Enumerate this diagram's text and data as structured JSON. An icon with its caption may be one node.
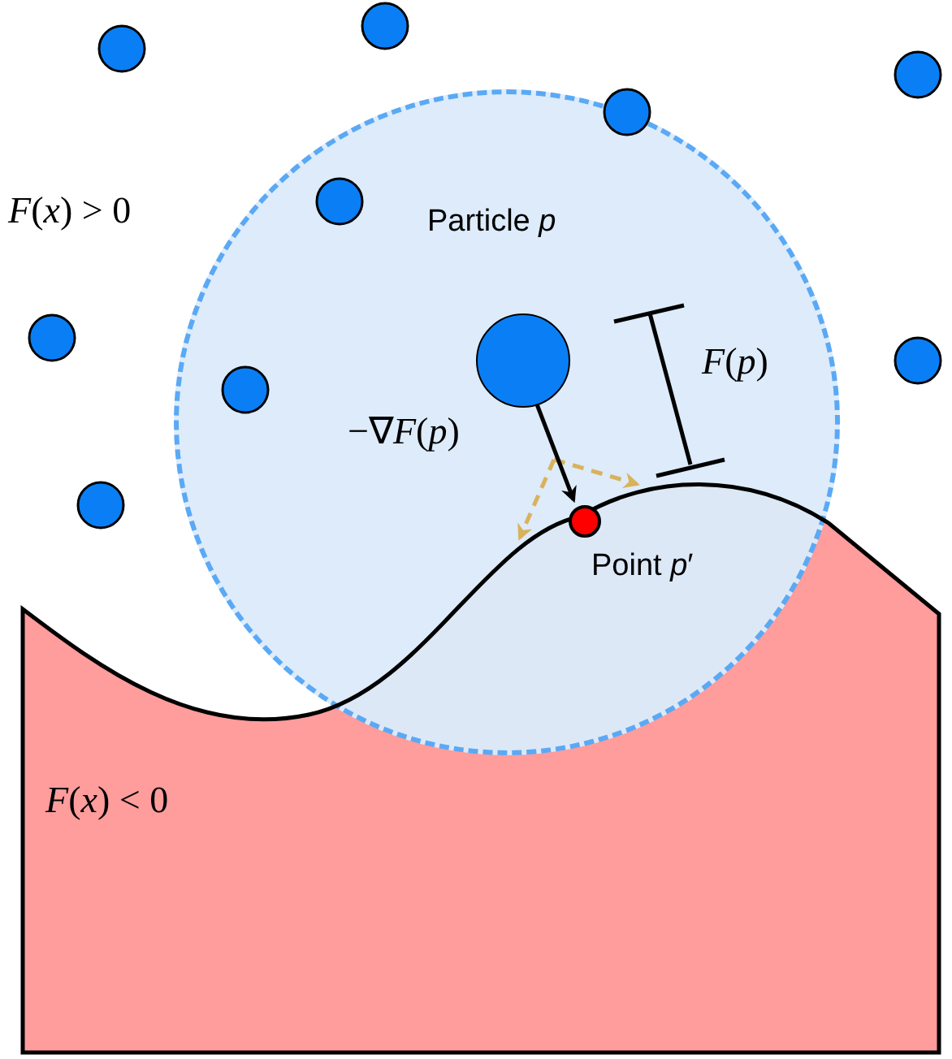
{
  "diagram": {
    "nodes": [
      {
        "text": [
          "Particle *p*"
        ]
      },
      {
        "text": [],
        "shape": "circle",
        "in": 0
      },
      {
        "text": [],
        "shape": "circle",
        "in": 0,
        "beside": [
          "Point *p*′"
        ]
      }
    ],
    "edges": [
      {
        "from": 1,
        "to": 2,
        "arrow": "to",
        "label": "−∇*F*(*p*)"
      }
    ],
    "labels": [
      "*F*(*x*) > 0",
      "*F*(*p*)",
      "*F*(*x*) < 0"
    ]
  }
}
